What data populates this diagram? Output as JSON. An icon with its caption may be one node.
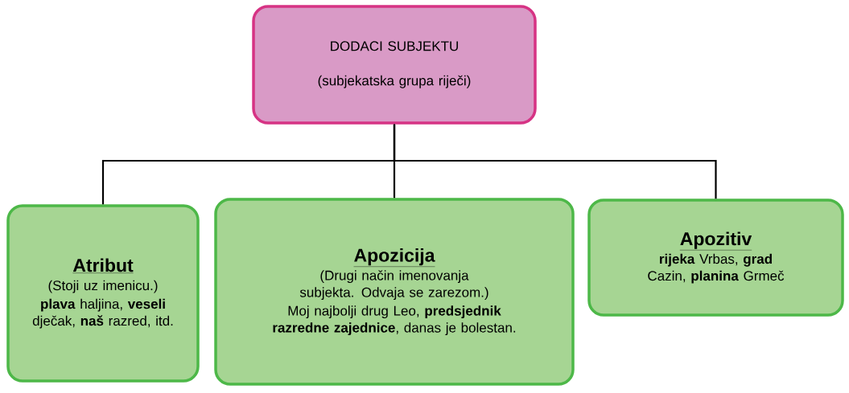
{
  "diagram": {
    "nodes": [
      {
        "text": [
          "DODACI SUBJEKTU",
          "(subjekatska grupa riječi)"
        ]
      },
      {
        "text": [
          "Atribut",
          "(Stoji uz imenicu.)",
          "**plava** haljina, **veseli** dječak, **naš** razred, itd."
        ]
      },
      {
        "text": [
          "Apozicija",
          "(Drugi način imenovanja subjekta. Odvaja se zarezom.)",
          "Moj najbolji drug Leo, **predsjednik razredne zajednice**, danas je bolestan."
        ]
      },
      {
        "text": [
          "Apozitiv",
          "**rijeka** Vrbas, **grad** Cazin, **planina** Grmeč"
        ]
      }
    ],
    "edges": [
      {
        "from": 0,
        "to": 1,
        "arrow": "none"
      },
      {
        "from": 0,
        "to": 2,
        "arrow": "none"
      },
      {
        "from": 0,
        "to": 3,
        "arrow": "none"
      }
    ]
  }
}
